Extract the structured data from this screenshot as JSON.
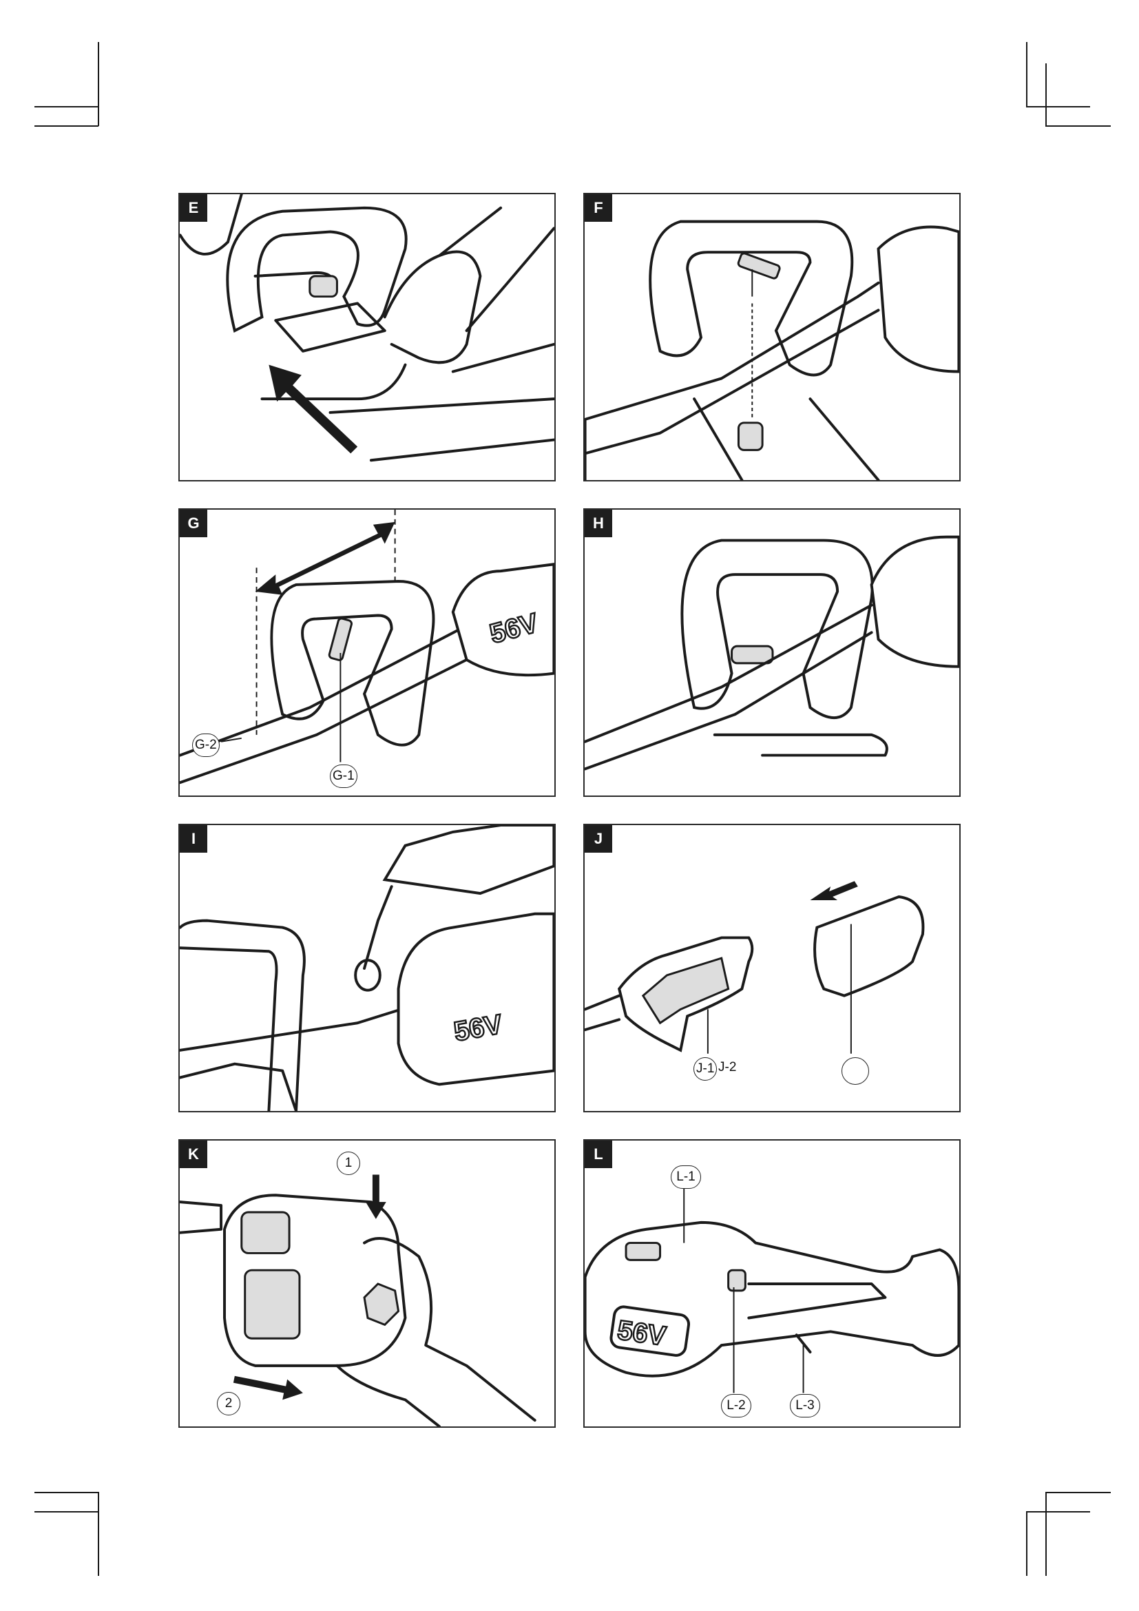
{
  "panels": [
    {
      "id": "E",
      "label": "E"
    },
    {
      "id": "F",
      "label": "F"
    },
    {
      "id": "G",
      "label": "G",
      "callouts": [
        "G-2",
        "G-1"
      ]
    },
    {
      "id": "H",
      "label": "H"
    },
    {
      "id": "I",
      "label": "I"
    },
    {
      "id": "J",
      "label": "J",
      "callouts": [
        "J-1",
        "J-2",
        ""
      ]
    },
    {
      "id": "K",
      "label": "K",
      "callouts": [
        "1",
        "2"
      ]
    },
    {
      "id": "L",
      "label": "L",
      "callouts": [
        "L-1",
        "L-2",
        "L-3"
      ]
    }
  ],
  "product_logo": "56V"
}
